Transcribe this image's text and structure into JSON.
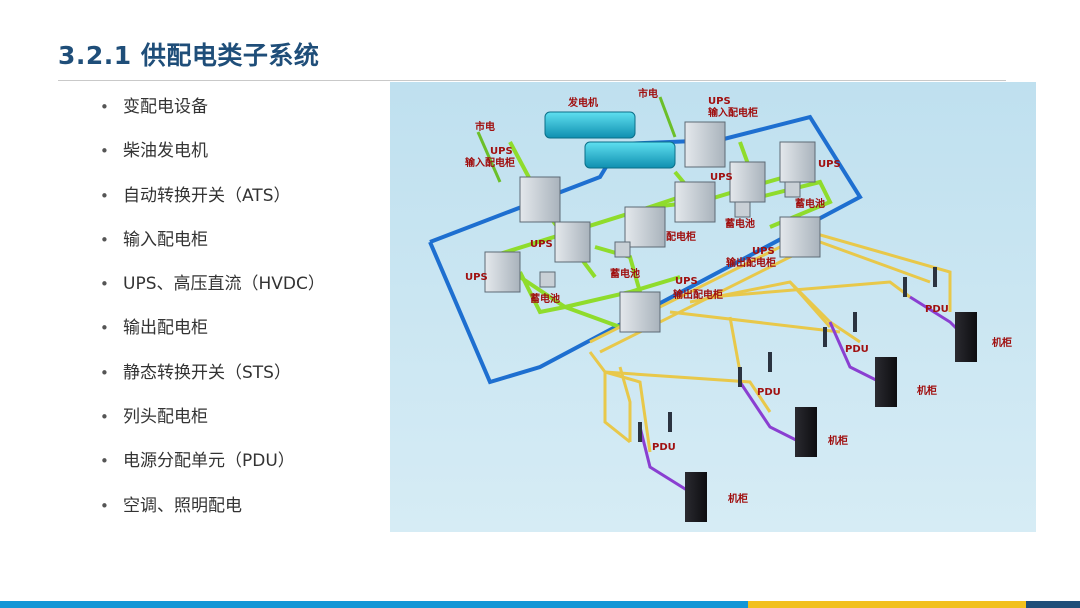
{
  "page": {
    "title": "3.2.1 供配电类子系统"
  },
  "bullets": [
    "变配电设备",
    "柴油发电机",
    "自动转换开关（ATS）",
    "输入配电柜",
    "UPS、高压直流（HVDC）",
    "输出配电柜",
    "静态转换开关（STS）",
    "列头配电柜",
    "电源分配单元（PDU）",
    "空调、照明配电"
  ],
  "diagram": {
    "labels": {
      "grid_left": "市电",
      "generator": "发电机",
      "grid_right": "市电",
      "ups_in_left_1": "UPS",
      "ups_in_left_2": "输入配电柜",
      "ups_in_right_1": "UPS",
      "ups_in_right_2": "输入配电柜",
      "ups_a": "UPS",
      "ups_b": "UPS",
      "ups_c": "UPS",
      "ups_d": "UPS",
      "dist_cab": "配电柜",
      "battery_1": "蓄电池",
      "battery_2": "蓄电池",
      "battery_3": "蓄电池",
      "battery_4": "蓄电池",
      "ups_out_left_1": "UPS",
      "ups_out_left_2": "输出配电柜",
      "ups_out_right_1": "UPS",
      "ups_out_right_2": "输出配电柜",
      "pdu_1": "PDU",
      "pdu_2": "PDU",
      "pdu_3": "PDU",
      "pdu_4": "PDU",
      "rack_1": "机柜",
      "rack_2": "机柜",
      "rack_3": "机柜",
      "rack_4": "机柜"
    }
  },
  "colors": {
    "title": "#1f4e79",
    "loop_blue": "#1e6fd0",
    "green_bus": "#7ed321",
    "gold_bus": "#e8c84a",
    "purple_cable": "#8a3fd1",
    "footer_blue": "#1296d6",
    "footer_gold": "#f2c01e",
    "footer_navy": "#1f4e79"
  }
}
